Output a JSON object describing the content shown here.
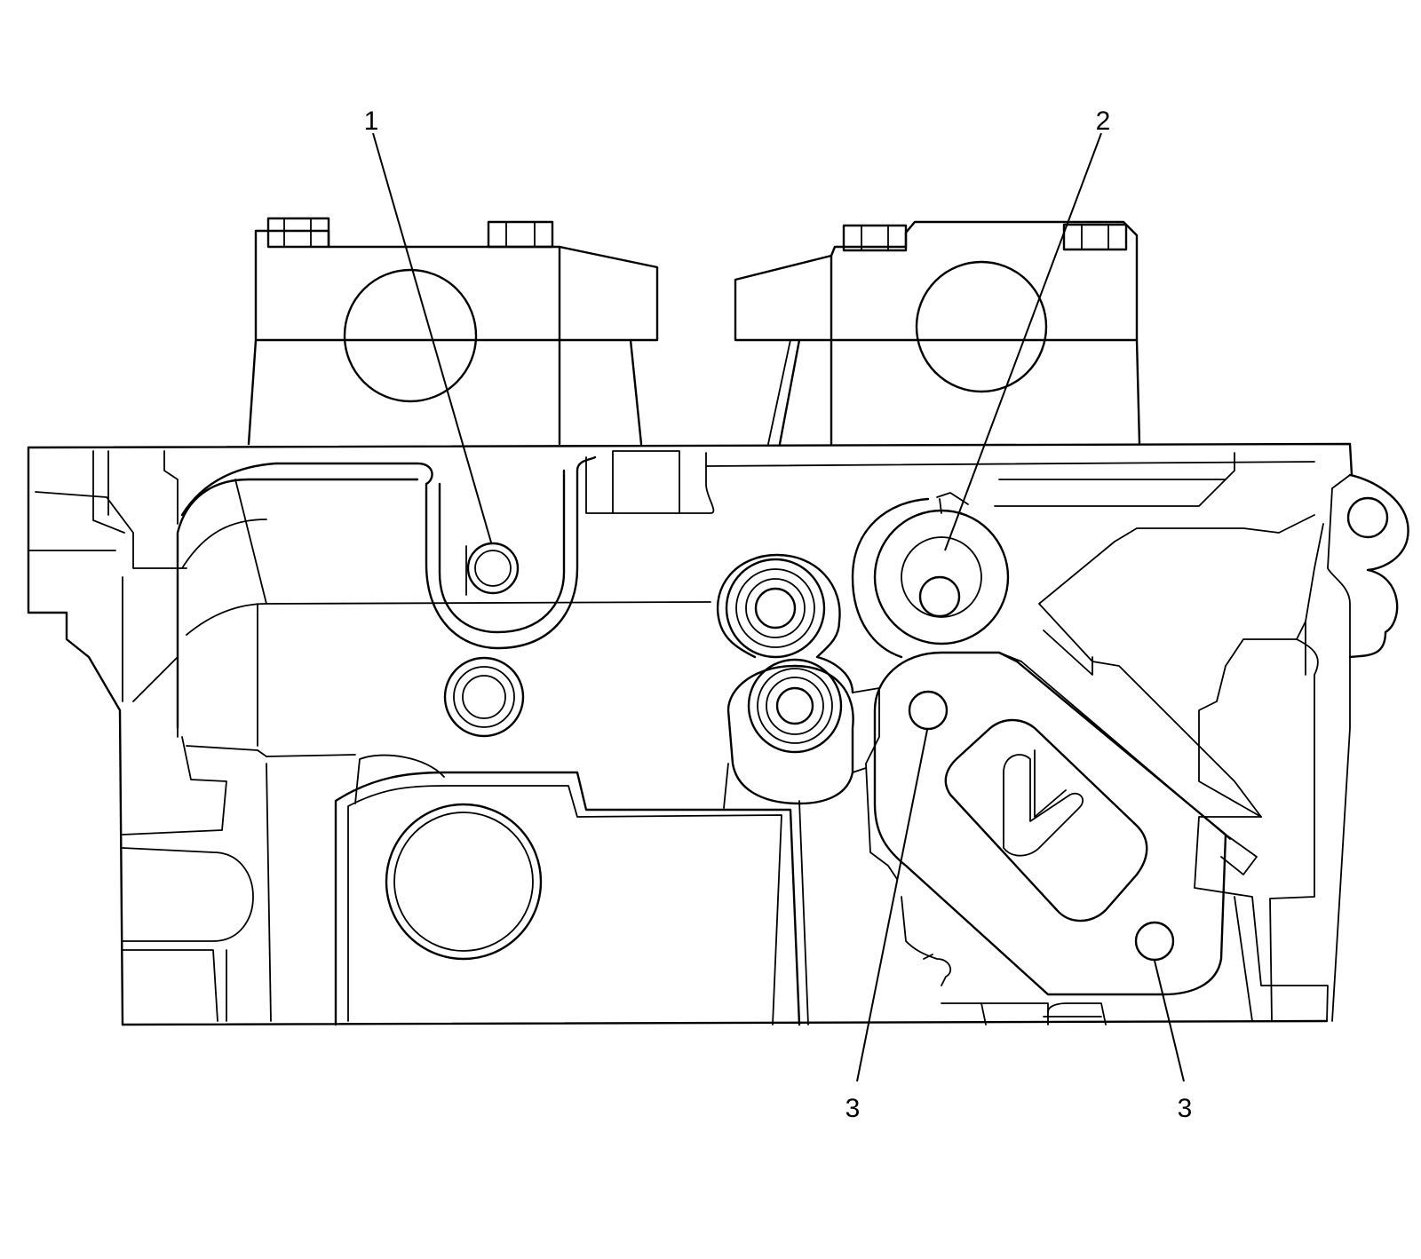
{
  "callouts": [
    {
      "id": "c1",
      "label": "1"
    },
    {
      "id": "c2",
      "label": "2"
    },
    {
      "id": "c3a",
      "label": "3"
    },
    {
      "id": "c3b",
      "label": "3"
    }
  ]
}
